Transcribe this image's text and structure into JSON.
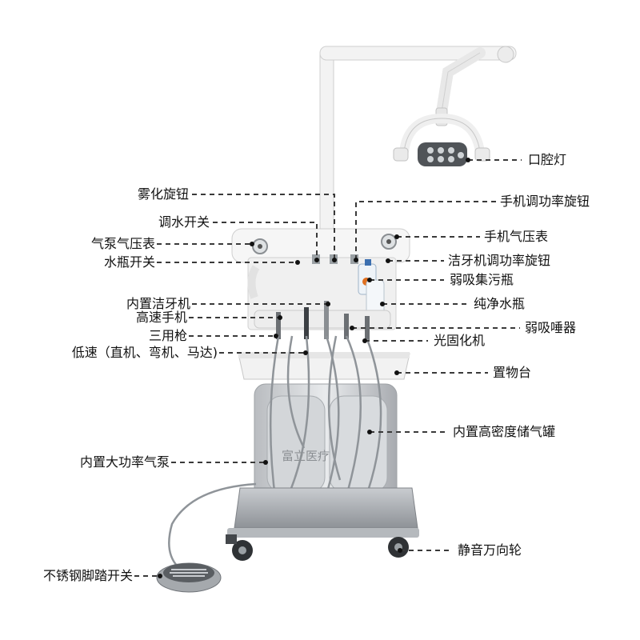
{
  "watermark": "富立医疗",
  "labels_left": [
    {
      "id": "atomize-knob",
      "text": "雾化旋钮"
    },
    {
      "id": "water-switch",
      "text": "调水开关"
    },
    {
      "id": "pump-gauge",
      "text": "气泵气压表"
    },
    {
      "id": "bottle-switch",
      "text": "水瓶开关"
    },
    {
      "id": "built-in-scaler",
      "text": "内置洁牙机"
    },
    {
      "id": "high-speed-handpiece",
      "text": "高速手机"
    },
    {
      "id": "triple-syringe",
      "text": "三用枪"
    },
    {
      "id": "low-speed",
      "text": "低速（直机、弯机、马达)"
    },
    {
      "id": "air-pump",
      "text": "内置大功率气泵"
    },
    {
      "id": "foot-switch",
      "text": "不锈钢脚踏开关"
    }
  ],
  "labels_right": [
    {
      "id": "oral-lamp",
      "text": "口腔灯"
    },
    {
      "id": "handpiece-power-knob",
      "text": "手机调功率旋钮"
    },
    {
      "id": "handpiece-gauge",
      "text": "手机气压表"
    },
    {
      "id": "scaler-power-knob",
      "text": "洁牙机调功率旋钮"
    },
    {
      "id": "suction-bottle",
      "text": "弱吸集污瓶"
    },
    {
      "id": "pure-water-bottle",
      "text": "纯净水瓶"
    },
    {
      "id": "saliva-ejector",
      "text": "弱吸唾器"
    },
    {
      "id": "curing-light",
      "text": "光固化机"
    },
    {
      "id": "tray",
      "text": "置物台"
    },
    {
      "id": "air-tank",
      "text": "内置高密度储气罐"
    },
    {
      "id": "casters",
      "text": "静音万向轮"
    }
  ]
}
